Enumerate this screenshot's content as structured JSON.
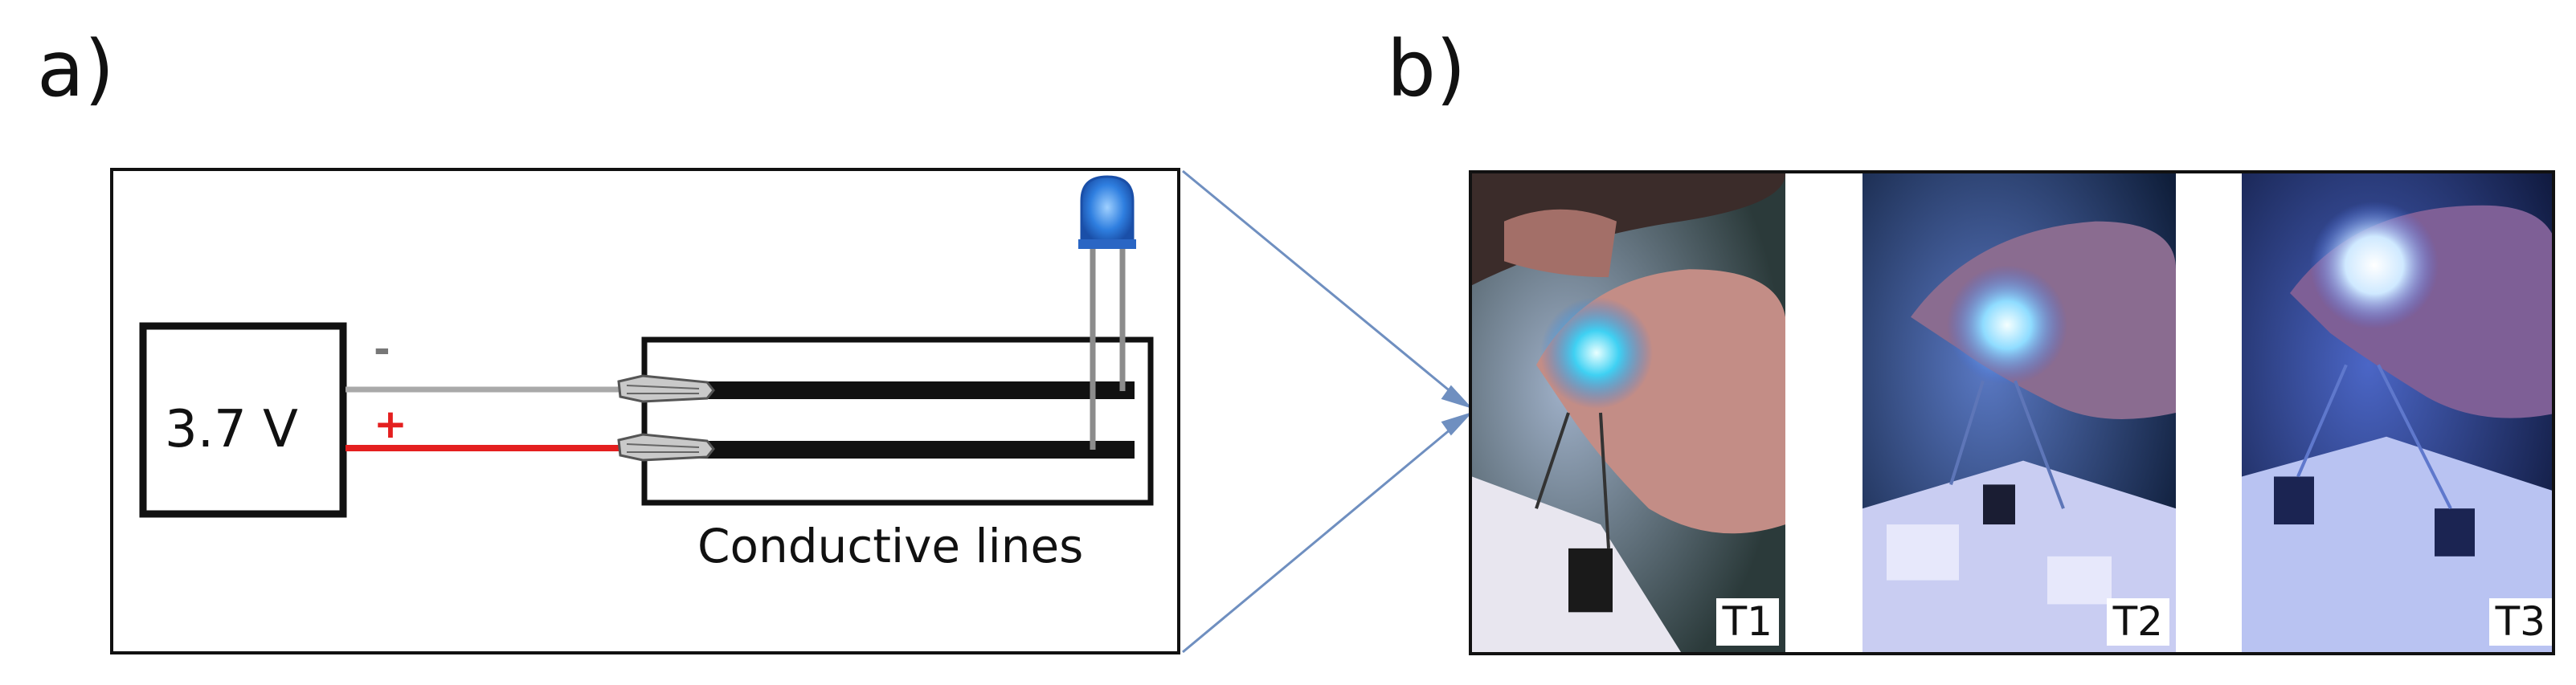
{
  "panels": {
    "a_label": "a)",
    "b_label": "b)"
  },
  "circuit": {
    "battery_label": "3.7 V",
    "minus_sign": "-",
    "plus_sign": "+",
    "conductive_lines_label": "Conductive lines",
    "colors": {
      "negative_wire": "#a9a9a9",
      "positive_wire": "#e41f1f",
      "led": "#2f7fe0",
      "arrow": "#6f8fc0"
    }
  },
  "photos": {
    "frames": [
      {
        "tag": "T1"
      },
      {
        "tag": "T2"
      },
      {
        "tag": "T3"
      }
    ]
  }
}
